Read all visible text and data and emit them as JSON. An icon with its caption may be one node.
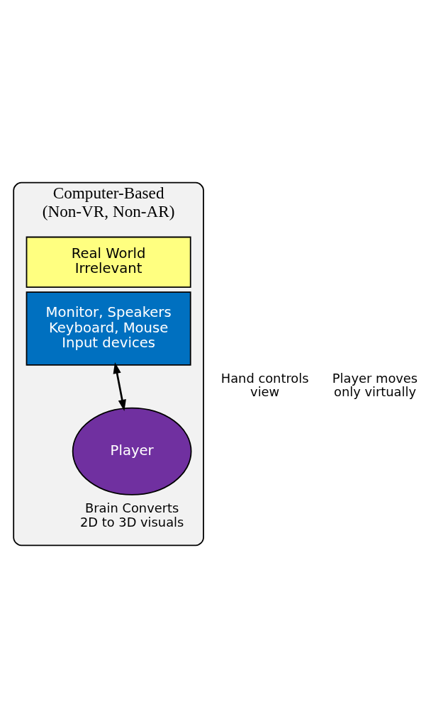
{
  "diagram": {
    "nodes": [
      {
        "text": [
          "Computer-Based (Non-VR, Non-AR)"
        ]
      },
      {
        "text": [
          "Real World Irrelevant"
        ],
        "in": 0
      },
      {
        "text": [
          "Monitor, Speakers Keyboard, Mouse Input devices"
        ],
        "in": 0
      },
      {
        "text": [
          "Player"
        ],
        "in": 0
      }
    ],
    "edges": [
      {
        "from": 2,
        "to": 3,
        "arrow": "both"
      }
    ],
    "labels": [
      "Hand controls view",
      "Player moves only virtually",
      "Brain Converts 2D to 3D visuals"
    ]
  }
}
